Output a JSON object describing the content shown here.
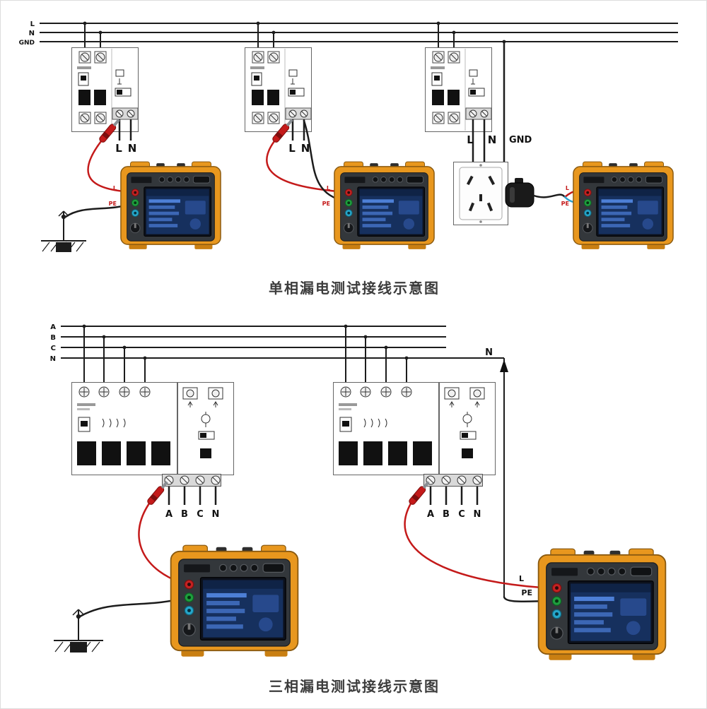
{
  "top_diagram": {
    "caption": "单相漏电测试接线示意图",
    "bus_labels": {
      "l": "L",
      "n": "N",
      "gnd": "GND"
    },
    "breaker1_output": {
      "l": "L",
      "n": "N"
    },
    "breaker2_output": {
      "l": "L",
      "n": "N"
    },
    "breaker3_output": {
      "l": "L",
      "n": "N",
      "gnd": "GND"
    },
    "tester1_terminals": {
      "l": "L",
      "pe": "PE"
    },
    "tester2_terminals": {
      "l": "L",
      "pe": "PE"
    },
    "tester3_terminals": {
      "l": "L",
      "pe": "PE"
    }
  },
  "bottom_diagram": {
    "caption": "三相漏电测试接线示意图",
    "bus_labels": {
      "a": "A",
      "b": "B",
      "c": "C",
      "n": "N"
    },
    "neutral_feed_label": "N",
    "breaker1_output": {
      "a": "A",
      "b": "B",
      "c": "C",
      "n": "N"
    },
    "breaker2_output": {
      "a": "A",
      "b": "B",
      "c": "C",
      "n": "N"
    },
    "tester_right_terminals": {
      "l": "L",
      "pe": "PE"
    }
  },
  "colors": {
    "wire": "#1c1c1c",
    "test_lead_red": "#c41a1a",
    "tester_body": "#e8971e",
    "screen_blue": "#16305e"
  }
}
